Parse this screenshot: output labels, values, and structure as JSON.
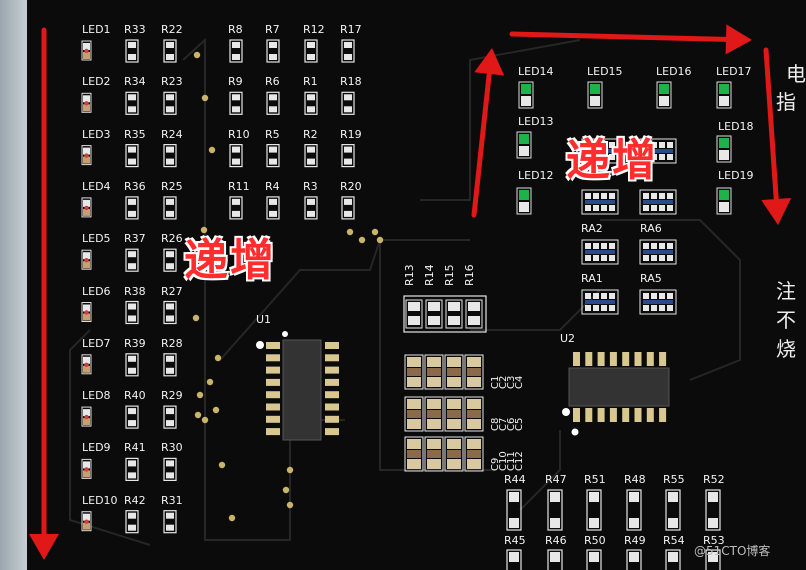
{
  "left_column": {
    "leds": [
      "LED1",
      "LED2",
      "LED3",
      "LED4",
      "LED5",
      "LED6",
      "LED7",
      "LED8",
      "LED9",
      "LED10"
    ],
    "r_a": [
      "R33",
      "R34",
      "R35",
      "R36",
      "R37",
      "R38",
      "R39",
      "R40",
      "R41",
      "R42"
    ],
    "r_b": [
      "R22",
      "R23",
      "R24",
      "R25",
      "R26",
      "R27",
      "R28",
      "R29",
      "R30",
      "R31"
    ]
  },
  "resistor_grid": {
    "rows": [
      [
        "R8",
        "R7",
        "R12",
        "R17"
      ],
      [
        "R9",
        "R6",
        "R1",
        "R18"
      ],
      [
        "R10",
        "R5",
        "R2",
        "R19"
      ],
      [
        "R11",
        "R4",
        "R3",
        "R20"
      ]
    ]
  },
  "u1": {
    "label": "U1"
  },
  "u2": {
    "label": "U2"
  },
  "r13_16": [
    "R13",
    "R14",
    "R15",
    "R16"
  ],
  "cap_rows": [
    [
      "C1",
      "C2",
      "C3",
      "C4"
    ],
    [
      "C8",
      "C7",
      "C6",
      "C5"
    ],
    [
      "C9",
      "C10",
      "C11",
      "C12"
    ]
  ],
  "top_leds": [
    "LED14",
    "LED15",
    "LED16",
    "LED17"
  ],
  "right_leds": [
    "LED13",
    "LED18",
    "LED12",
    "LED19"
  ],
  "ra_labels": [
    "RA2",
    "RA6",
    "RA1",
    "RA5"
  ],
  "bottom_resistors": {
    "top": [
      "R44",
      "R47",
      "R51",
      "R48",
      "R55",
      "R52"
    ],
    "bottom": [
      "R45",
      "R46",
      "R50",
      "R49",
      "R54",
      "R53"
    ]
  },
  "annotations": {
    "increase": "递增"
  },
  "side_text": [
    "电",
    "指",
    "注",
    "不",
    "烧"
  ],
  "watermark": "@51CTO博客",
  "colors": {
    "arrow": "#e01818",
    "board": "#0b0b0b",
    "silkscreen": "#f2f2f2",
    "led_green": "#1db34a",
    "pad": "#e8e8e8"
  }
}
